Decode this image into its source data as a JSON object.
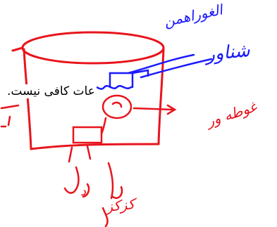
{
  "typed_text": "عات کافی نیست.",
  "handwritten_labels": {
    "top_blue": "الغوراهمن",
    "middle_blue": "شناور",
    "right_red": "غوطه ور",
    "bottom_red_1": "د",
    "bottom_red_2": "كزكز"
  },
  "ink_colors": {
    "red": "#e8141c",
    "blue": "#1a1aff",
    "text": "#000000"
  }
}
